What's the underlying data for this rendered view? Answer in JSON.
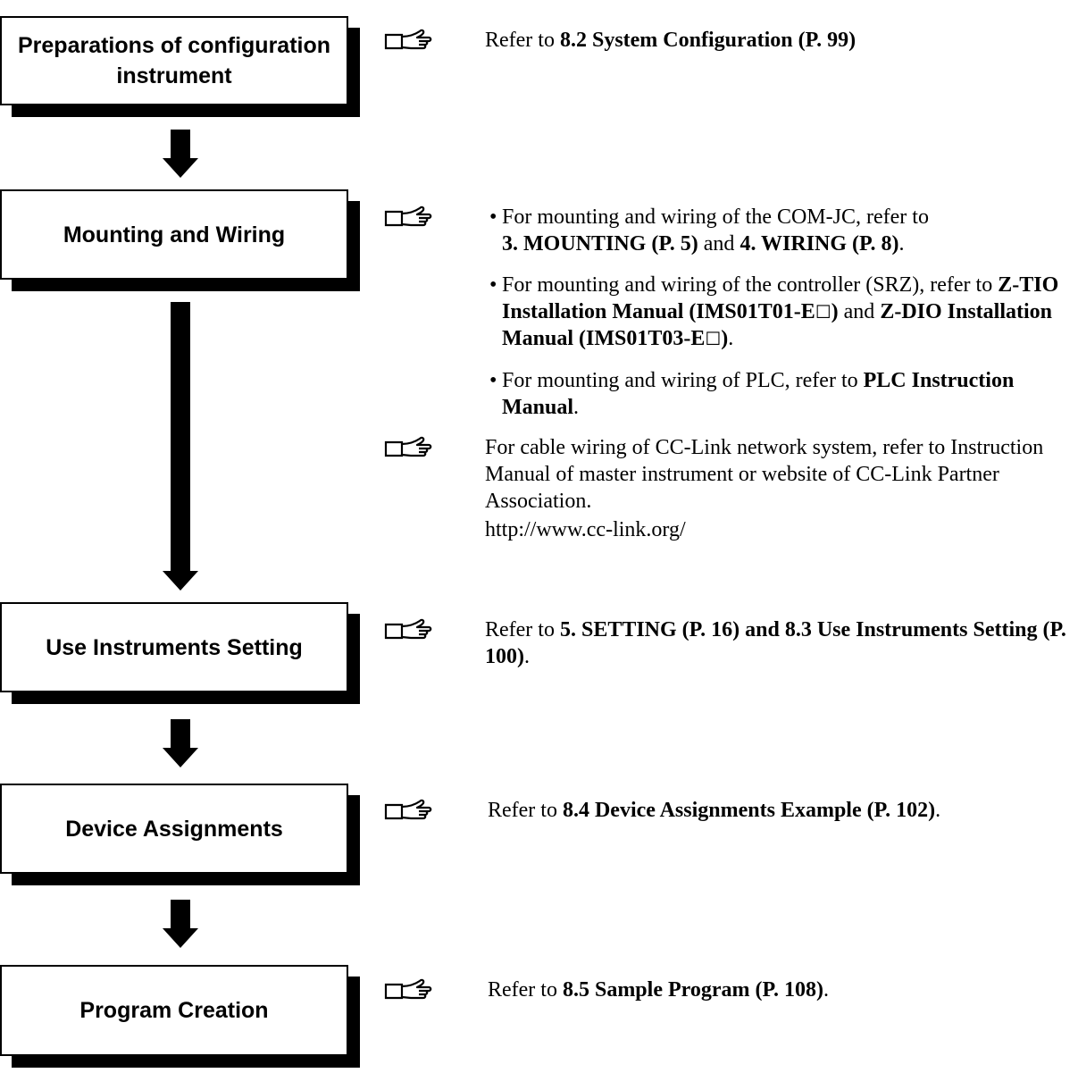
{
  "steps": [
    {
      "label": "Preparations of configuration instrument"
    },
    {
      "label": "Mounting and Wiring"
    },
    {
      "label": "Use Instruments Setting"
    },
    {
      "label": "Device Assignments"
    },
    {
      "label": "Program Creation"
    }
  ],
  "refs": {
    "prep": {
      "pre": "Refer to ",
      "bold": "8.2 System Configuration (P. 99)"
    },
    "mount_b1": {
      "t1": "For mounting and wiring of the COM-JC, refer to",
      "b1": "3. MOUNTING (P. 5)",
      "t2": " and ",
      "b2": "4. WIRING (P. 8)",
      "t3": "."
    },
    "mount_b2": {
      "t1": "For mounting and wiring of the controller (SRZ), refer to ",
      "b1": "Z-TIO Installation Manual (IMS01T01-E",
      "b1end": ")",
      "t2": " and ",
      "b2": "Z-DIO Installation Manual (IMS01T03-E",
      "b2end": ")",
      "t3": "."
    },
    "mount_b3": {
      "t1": "For mounting and wiring of PLC, refer to ",
      "b1": "PLC Instruction Manual",
      "t2": "."
    },
    "cable": {
      "text": "For cable wiring of CC-Link network system, refer to Instruction Manual of master instrument or website of CC-Link Partner Association.",
      "url": "http://www.cc-link.org/"
    },
    "use": {
      "pre": "Refer to ",
      "bold": "5. SETTING (P. 16) and 8.3 Use Instruments Setting (P. 100)",
      "post": "."
    },
    "device": {
      "pre": "Refer to ",
      "bold": "8.4 Device Assignments Example (P. 102)",
      "post": "."
    },
    "program": {
      "pre": "Refer to ",
      "bold": "8.5 Sample Program (P. 108)",
      "post": "."
    }
  },
  "glyphs": {
    "checkbox": "☐",
    "bullet": "•"
  },
  "icons": {
    "reference": "pointing-hand-icon"
  }
}
